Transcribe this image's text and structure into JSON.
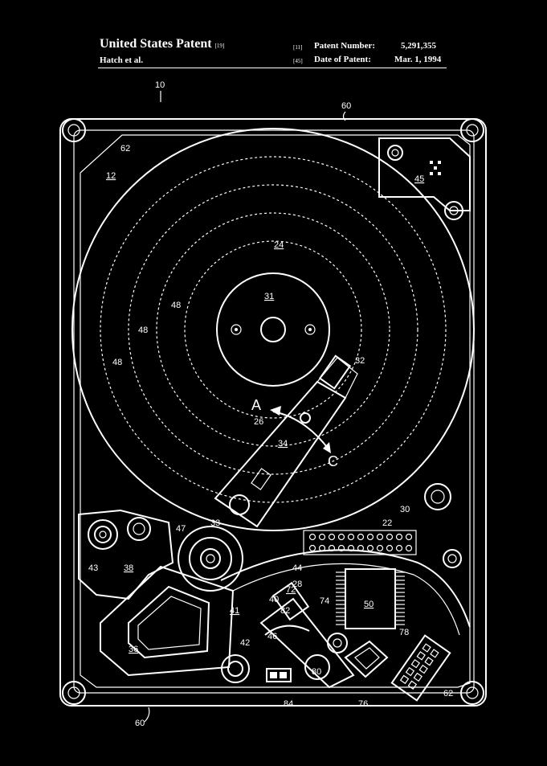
{
  "header": {
    "title": "United States Patent",
    "title_tag": "[19]",
    "inventor": "Hatch et al.",
    "patent_number_tag": "[11]",
    "patent_number_label": "Patent Number:",
    "patent_number": "5,291,355",
    "date_tag": "[45]",
    "date_label": "Date of Patent:",
    "date": "Mar. 1, 1994"
  },
  "refs": {
    "r10": "10",
    "r60a": "60",
    "r60b": "60",
    "r62a": "62",
    "r62b": "62",
    "r12": "12",
    "r45": "45",
    "r24": "24",
    "r31": "31",
    "r48a": "48",
    "r48b": "48",
    "r48c": "48",
    "r32": "32",
    "rA": "A",
    "rC": "C",
    "r26": "26",
    "r34": "34",
    "r30": "30",
    "r22": "22",
    "r33": "33",
    "r47": "47",
    "r43": "43",
    "r38": "38",
    "r44": "44",
    "r28": "28",
    "r72": "72",
    "r40": "40",
    "r74": "74",
    "r50": "50",
    "r82": "82",
    "r41": "41",
    "r78": "78",
    "r42": "42",
    "r46": "46",
    "r36": "36",
    "r80": "80",
    "r84": "84",
    "r76": "76"
  },
  "colors": {
    "background": "#000000",
    "ink": "#ffffff"
  }
}
